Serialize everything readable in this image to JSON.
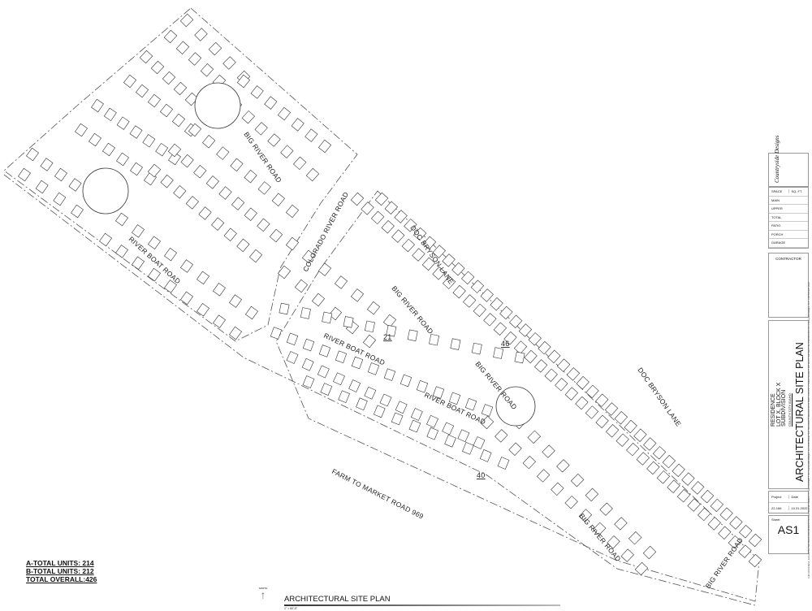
{
  "drawing": {
    "road_labels": [
      "BIG RIVER ROAD",
      "RIVER BOAT ROAD",
      "COLORADO RIVER ROAD",
      "DOC BRYSON LANE",
      "BIG RIVER ROAD",
      "RIVER BOAT ROAD",
      "BIG RIVER ROAD",
      "RIVER BOAT ROAD",
      "DOC BRYSON LANE",
      "FARM TO MARKET ROAD 969",
      "BIG RIVER ROAD",
      "BIG RIVER ROAD"
    ],
    "block_numbers": [
      "21",
      "46",
      "40"
    ],
    "line_color": "#333333"
  },
  "totals": {
    "a": "A-TOTAL UNITS: 214",
    "b": "B-TOTAL UNITS: 212",
    "overall": "TOTAL OVERALL:426"
  },
  "north_arrow": {
    "label": "NORTH",
    "icon": "north-arrow-icon"
  },
  "sheet_title": {
    "title": "ARCHITECTURAL SITE PLAN",
    "scale": "1\" = 60'-0\""
  },
  "title_block": {
    "logo": "Countryside Designs",
    "space_table": {
      "headers": [
        "SPACE",
        "SQ. FT."
      ],
      "rows": [
        "MAIN",
        "UPPER",
        "TOTAL",
        "PATIO",
        "PORCH",
        "GARAGE"
      ]
    },
    "contractor_label": "CONTRACTOR",
    "project_info": [
      "RESIDENCE",
      "LOT X, BLOCK X",
      "SUBDIVISION",
      "COUNTY   CITY   IDAHO"
    ],
    "drawing_title": "ARCHITECTURAL SITE PLAN",
    "project_label": "Project",
    "project_value": "22-166",
    "date_label": "Date",
    "date_value": "10.31.2022",
    "sheet_label": "Sheet",
    "sheet_value": "AS1",
    "copyright": "THIS DOCUMENT, INCLUDING THE IDEAS AND DESIGNS INCORPORATED HEREIN, IS THE PROPERTY OF Countryside Designs, LLC AND SHALL NOT BE USED IN WHOLE OR IN PART FOR ANY OTHER PROJECT WITHOUT THE WRITTEN PERMISSION OF Countryside Designs, LLC. COPYRIGHT 2022"
  }
}
